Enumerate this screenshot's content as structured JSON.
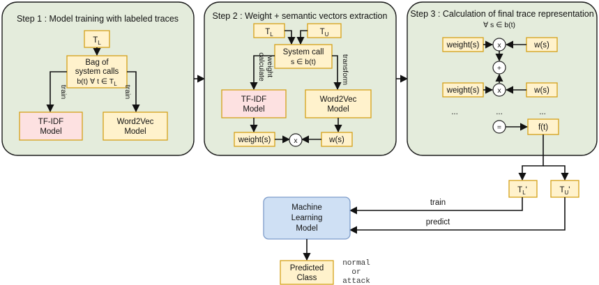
{
  "panels": {
    "step1": {
      "title": "Step 1 : Model training with labeled traces",
      "input": "T",
      "input_sub": "L",
      "bag_line1": "Bag of",
      "bag_line2": "system calls",
      "bag_line3": "b(t) ∀ t ∈ T",
      "bag_line3_sub": "L",
      "train_left": "train",
      "train_right": "train",
      "tfidf_line1": "TF-IDF",
      "tfidf_line2": "Model",
      "w2v_line1": "Word2Vec",
      "w2v_line2": "Model"
    },
    "step2": {
      "title": "Step 2 : Weight + semantic vectors extraction",
      "input_left": "T",
      "input_left_sub": "L",
      "input_right": "T",
      "input_right_sub": "U",
      "syscall_line1": "System call",
      "syscall_line2": "s ∈ b(t)",
      "calc_line1": "calculate",
      "calc_line2": "weight",
      "transform": "transform",
      "tfidf_line1": "TF-IDF",
      "tfidf_line2": "Model",
      "w2v_line1": "Word2Vec",
      "w2v_line2": "Model",
      "weight": "weight(s)",
      "w": "w(s)",
      "multiply": "x"
    },
    "step3": {
      "title": "Step 3 : Calculation of final trace representation",
      "forall": "∀ s ∈ b(t)",
      "weight1": "weight(s)",
      "w1": "w(s)",
      "weight2": "weight(s)",
      "w2": "w(s)",
      "multiply": "x",
      "plus": "+",
      "equals": "=",
      "ellipsis": "...",
      "f": "f(t)"
    }
  },
  "bottom": {
    "tl_prime": "T",
    "tl_prime_sub": "L",
    "tu_prime": "T",
    "tu_prime_sub": "U",
    "prime_mark": "'",
    "train": "train",
    "predict": "predict",
    "ml_line1": "Machine",
    "ml_line2": "Learning",
    "ml_line3": "Model",
    "pred_line1": "Predicted",
    "pred_line2": "Class",
    "out_line1": "normal",
    "out_line2": "or",
    "out_line3": "attack"
  },
  "colors": {
    "panel_fill": "#e4ecdc",
    "yellow_box": "#fff2cc",
    "pink_box": "#fde1e1",
    "ml_box": "#cfe0f4"
  }
}
